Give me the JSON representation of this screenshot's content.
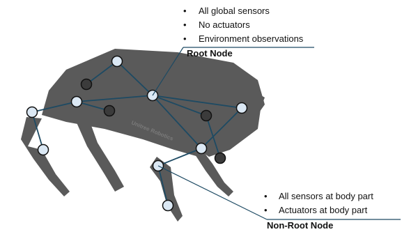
{
  "colors": {
    "robot_body": "#5a5a5a",
    "robot_shadow": "#3f3f3f",
    "link_line": "#1d4a63",
    "light_node_fill": "#dbe8f4",
    "dark_node_fill": "#3b3b3b",
    "node_stroke": "#111111"
  },
  "root_annotation": {
    "bullets": [
      "All global sensors",
      "No actuators",
      "Environment observations"
    ],
    "title": "Root Node"
  },
  "nonroot_annotation": {
    "bullets": [
      "All sensors at body part",
      "Actuators at body part"
    ],
    "title": "Non-Root Node"
  },
  "robot_logo_text": "Unitree Robotics",
  "icons": [
    "bullet-dot"
  ]
}
